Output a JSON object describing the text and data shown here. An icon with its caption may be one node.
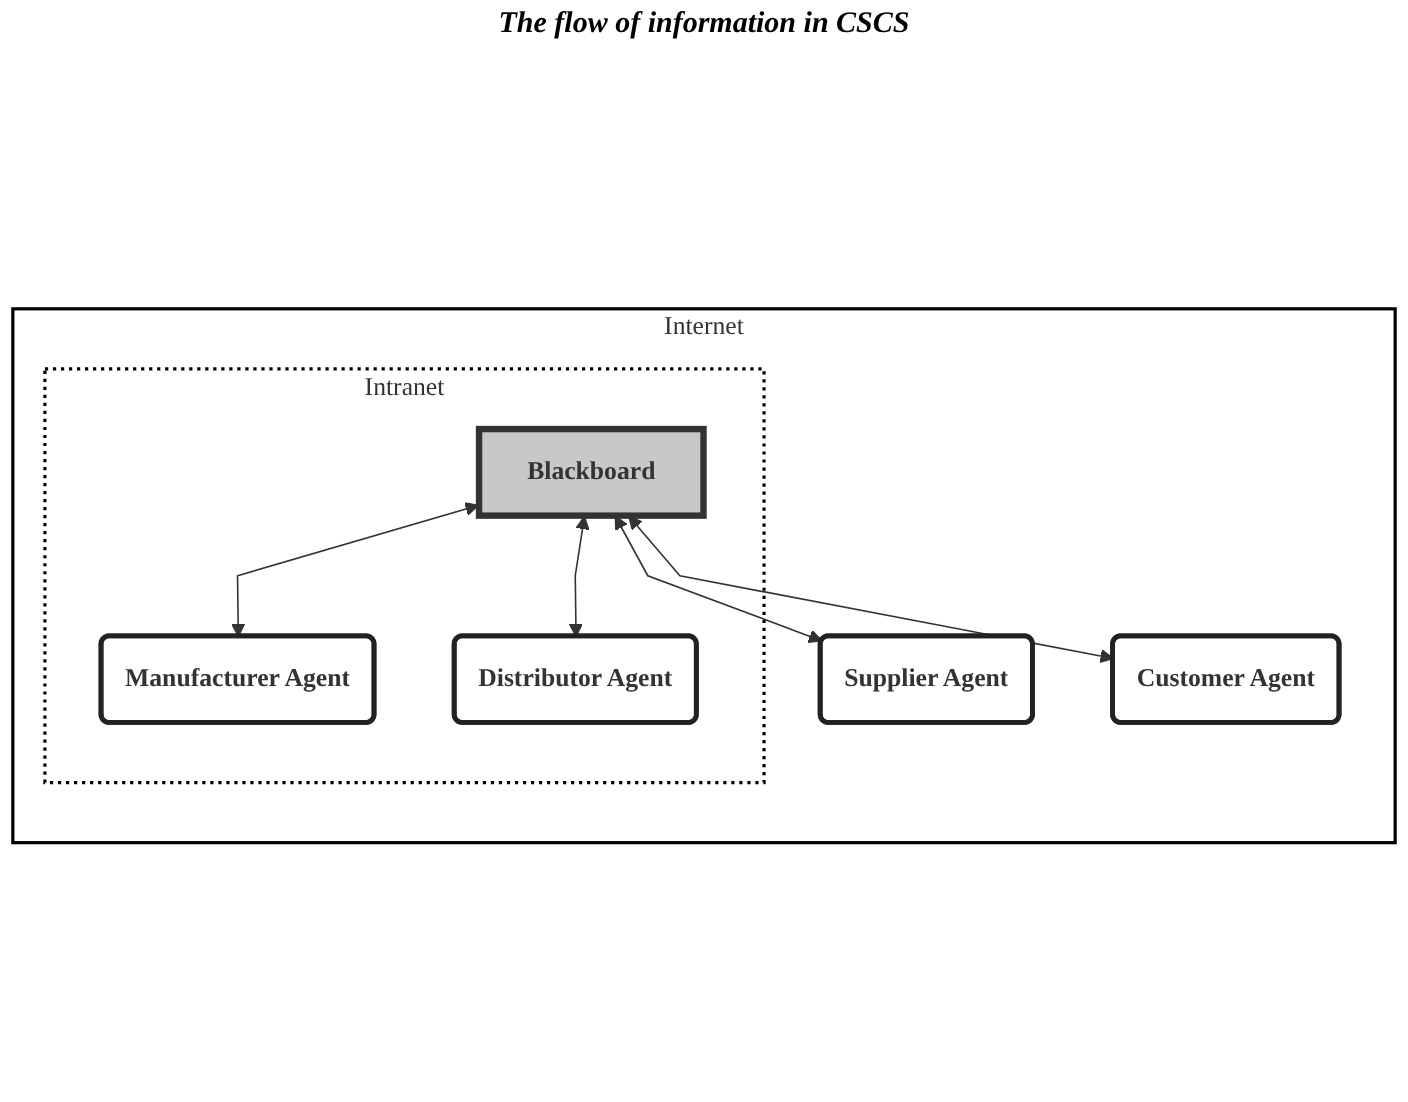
{
  "diagram": {
    "nodes": [
      {
        "text": [
          "Internet"
        ]
      },
      {
        "text": [
          "Intranet"
        ],
        "in": 0
      },
      {
        "text": [
          "Blackboard"
        ],
        "in": 1
      },
      {
        "text": [
          "Supplier Agent"
        ],
        "in": 0
      },
      {
        "text": [
          "Manufacturer Agent"
        ],
        "in": 1
      },
      {
        "text": [
          "Distributor Agent"
        ],
        "in": 1
      },
      {
        "text": [
          "Customer Agent"
        ],
        "in": 0
      }
    ],
    "edges": [
      {
        "from": 2,
        "to": 3,
        "arrow": "both"
      },
      {
        "from": 2,
        "to": 4,
        "arrow": "both"
      },
      {
        "from": 2,
        "to": 5,
        "arrow": "both"
      },
      {
        "from": 2,
        "to": 6,
        "arrow": "both"
      }
    ],
    "labels": [
      "The flow of information in CSCS"
    ]
  }
}
